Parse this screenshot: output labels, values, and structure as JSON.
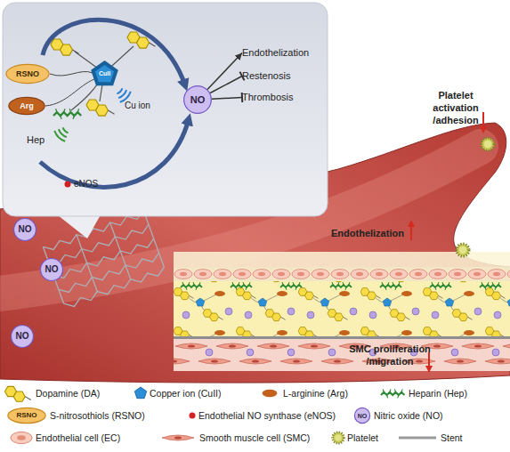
{
  "diagram": {
    "nodes": [
      {
        "text": [
          "RSNO"
        ]
      },
      {
        "text": [
          "Arg"
        ]
      },
      {
        "text": [
          "CuII"
        ]
      },
      {
        "text": [
          "NO"
        ]
      },
      {
        "text": [
          "Endothelization"
        ]
      },
      {
        "text": [
          "Restenosis"
        ]
      },
      {
        "text": [
          "Thrombosis"
        ]
      },
      {
        "text": [
          "NO"
        ]
      },
      {
        "text": [
          "NO"
        ]
      },
      {
        "text": [
          "NO"
        ]
      },
      {
        "text": [
          "RSNO"
        ]
      },
      {
        "text": [
          "NO"
        ]
      }
    ],
    "edges": [
      {
        "from": 3,
        "to": 4,
        "arrow": "to"
      },
      {
        "from": 3,
        "to": 5,
        "arrow": "to"
      },
      {
        "from": 3,
        "to": 6,
        "arrow": "to"
      }
    ],
    "labels": [
      "Cu ion",
      "Hep",
      "eNOS",
      "Platelet activation /adhesion",
      "Endothelization",
      "SMC proliferation /migration"
    ],
    "legend": [
      {
        "text": "Dopamine (DA)"
      },
      {
        "text": "Copper ion (CuII)"
      },
      {
        "text": "L-arginine (Arg)"
      },
      {
        "text": "Heparin (Hep)"
      },
      {
        "text": "S-nitrosothiols (RSNO)"
      },
      {
        "text": "Endothelial NO synthase (eNOS)"
      },
      {
        "text": "Nitric oxide (NO)"
      },
      {
        "text": "Endothelial cell (EC)"
      },
      {
        "text": "Smooth muscle cell (SMC)"
      },
      {
        "text": "Platelet"
      },
      {
        "text": "Stent"
      }
    ]
  }
}
